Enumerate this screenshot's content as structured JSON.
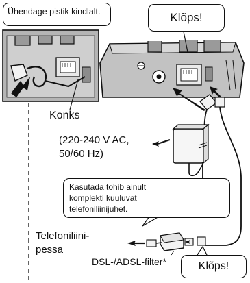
{
  "callouts": {
    "plug_firmly": "Ühendage pistik kindlalt.",
    "click_top": "Klõps!",
    "cord_notice": [
      "Kasutada tohib ainult",
      "komplekti kuuluvat",
      "telefoniliinijuhet."
    ],
    "click_bottom": "Klõps!"
  },
  "labels": {
    "hook": "Konks",
    "adaptor_line1": "(220-240 V AC,",
    "adaptor_line2": "50/60 Hz)",
    "wall_line1": "Telefoniliini-",
    "wall_line2": "pessa",
    "filter": "DSL-/ADSL-filter*"
  },
  "colors": {
    "ink": "#111111",
    "base_gray": "#b9b9b9",
    "panel_gray": "#d4d4d4",
    "background": "#ffffff"
  }
}
